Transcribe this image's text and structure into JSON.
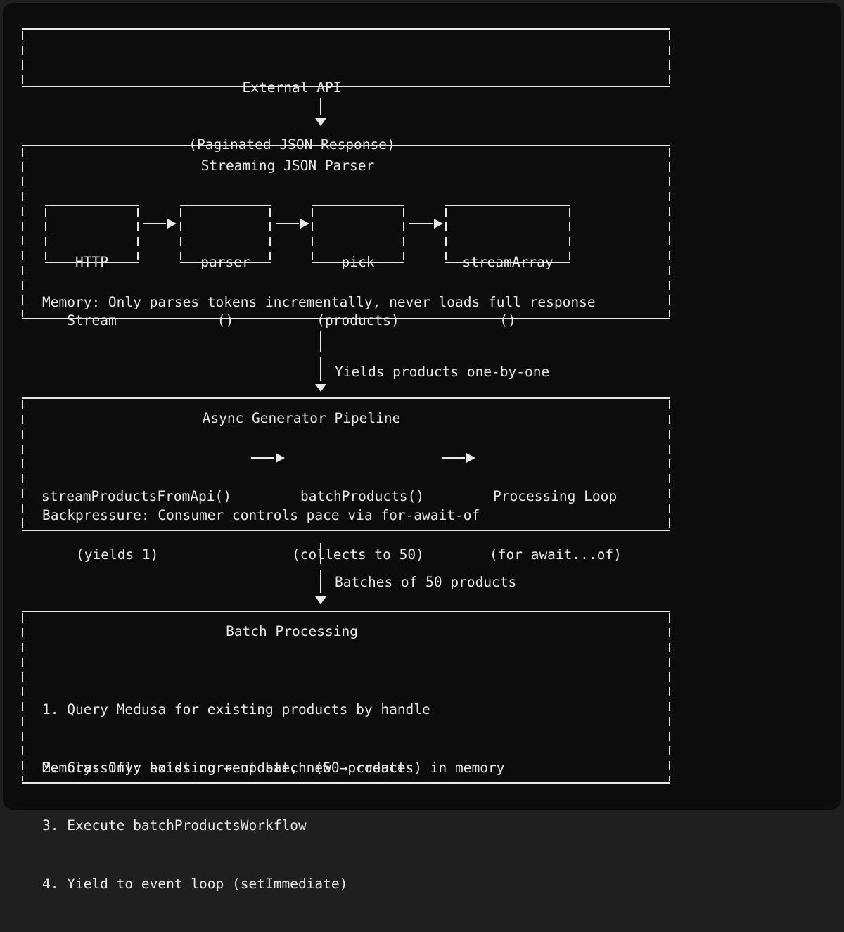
{
  "colors": {
    "background_outer": "#1f1f1f",
    "background_panel": "#0c0c0c",
    "foreground": "#e9e9e9"
  },
  "boxes": {
    "external_api": {
      "title_line1": "External API",
      "title_line2": "(Paginated JSON Response)"
    },
    "parser": {
      "title": "Streaming JSON Parser",
      "nodes": [
        {
          "line1": "HTTP",
          "line2": "Stream"
        },
        {
          "line1": "parser",
          "line2": "()"
        },
        {
          "line1": "pick",
          "line2": "(products)"
        },
        {
          "line1": "streamArray",
          "line2": "()"
        }
      ],
      "note": "Memory: Only parses tokens incrementally, never loads full response"
    },
    "pipeline": {
      "title": "Async Generator Pipeline",
      "stages": [
        {
          "name": "streamProductsFromApi()",
          "detail": "(yields 1)"
        },
        {
          "name": "batchProducts()",
          "detail": "(collects to 50)"
        },
        {
          "name": "Processing Loop",
          "detail": "(for await...of)"
        }
      ],
      "note": "Backpressure: Consumer controls pace via for-await-of"
    },
    "batch": {
      "title": "Batch Processing",
      "steps": [
        "1. Query Medusa for existing products by handle",
        "2. Classify: existing → update, new → create",
        "3. Execute batchProductsWorkflow",
        "4. Yield to event loop (setImmediate)"
      ],
      "note": "Memory: Only holds current batch (50 products) in memory"
    }
  },
  "connectors": {
    "c2": {
      "label": "Yields products one-by-one"
    },
    "c3": {
      "label": "Batches of 50 products"
    }
  }
}
